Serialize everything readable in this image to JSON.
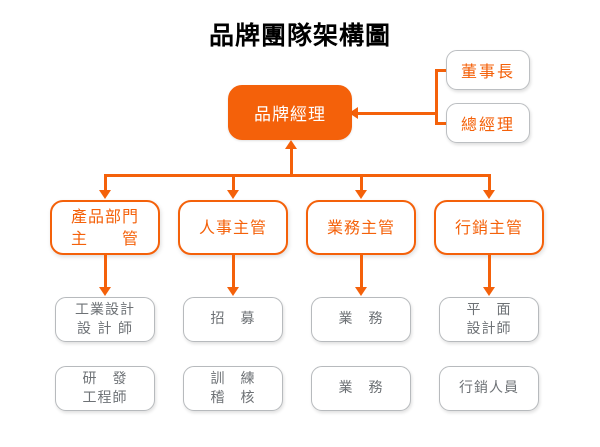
{
  "title": "品牌團隊架構圖",
  "colors": {
    "accent": "#F4610A",
    "accent_text_on_fill": "#FFFFFF",
    "gray_border": "#B7BABD",
    "gray_text": "#6E7276",
    "background": "#FFFFFF",
    "title_text": "#000000"
  },
  "chart_data": {
    "type": "diagram",
    "subtype": "org-chart",
    "title": "品牌團隊架構圖",
    "nodes": [
      {
        "id": "chairman",
        "label": "董事長",
        "level": 0,
        "style": "exec"
      },
      {
        "id": "gm",
        "label": "總經理",
        "level": 0,
        "style": "exec"
      },
      {
        "id": "brand_mgr",
        "label": "品牌經理",
        "level": 1,
        "style": "filled"
      },
      {
        "id": "product_head",
        "label": "產品部門\n主　　管",
        "level": 2,
        "style": "manager",
        "column": 1
      },
      {
        "id": "hr_head",
        "label": "人事主管",
        "level": 2,
        "style": "manager",
        "column": 2
      },
      {
        "id": "sales_head",
        "label": "業務主管",
        "level": 2,
        "style": "manager",
        "column": 3
      },
      {
        "id": "marketing_head",
        "label": "行銷主管",
        "level": 2,
        "style": "manager",
        "column": 4
      },
      {
        "id": "industrial_designer",
        "label": "工業設計\n設 計 師",
        "level": 3,
        "style": "staff",
        "column": 1
      },
      {
        "id": "recruiting",
        "label": "招　募",
        "level": 3,
        "style": "staff",
        "column": 2
      },
      {
        "id": "sales_staff_1",
        "label": "業　務",
        "level": 3,
        "style": "staff",
        "column": 3
      },
      {
        "id": "graphic_designer",
        "label": "平　面\n設計師",
        "level": 3,
        "style": "staff",
        "column": 4
      },
      {
        "id": "rd_engineer",
        "label": "研　發\n工程師",
        "level": 4,
        "style": "staff",
        "column": 1
      },
      {
        "id": "training_audit",
        "label": "訓　練\n稽　核",
        "level": 4,
        "style": "staff",
        "column": 2
      },
      {
        "id": "sales_staff_2",
        "label": "業　務",
        "level": 4,
        "style": "staff",
        "column": 3
      },
      {
        "id": "marketing_staff",
        "label": "行銷人員",
        "level": 4,
        "style": "staff",
        "column": 4
      }
    ],
    "edges": [
      {
        "from": "chairman",
        "to": "brand_mgr",
        "direction": "left"
      },
      {
        "from": "gm",
        "to": "brand_mgr",
        "direction": "left"
      },
      {
        "from": "product_head",
        "to": "brand_mgr",
        "direction": "up"
      },
      {
        "from": "brand_mgr",
        "to": "product_head",
        "direction": "down"
      },
      {
        "from": "brand_mgr",
        "to": "hr_head",
        "direction": "down"
      },
      {
        "from": "brand_mgr",
        "to": "sales_head",
        "direction": "down"
      },
      {
        "from": "brand_mgr",
        "to": "marketing_head",
        "direction": "down"
      },
      {
        "from": "product_head",
        "to": "industrial_designer",
        "direction": "down"
      },
      {
        "from": "hr_head",
        "to": "recruiting",
        "direction": "down"
      },
      {
        "from": "sales_head",
        "to": "sales_staff_1",
        "direction": "down"
      },
      {
        "from": "marketing_head",
        "to": "graphic_designer",
        "direction": "down"
      }
    ]
  },
  "executives": {
    "chairman": "董事長",
    "general_manager": "總經理"
  },
  "brand_manager": "品牌經理",
  "managers": {
    "product": "產品部門\n主　　管",
    "hr": "人事主管",
    "sales": "業務主管",
    "marketing": "行銷主管"
  },
  "staff_row1": {
    "col1": "工業設計\n設 計 師",
    "col2": "招　募",
    "col3": "業　務",
    "col4": "平　面\n設計師"
  },
  "staff_row2": {
    "col1": "研　發\n工程師",
    "col2": "訓　練\n稽　核",
    "col3": "業　務",
    "col4": "行銷人員"
  }
}
